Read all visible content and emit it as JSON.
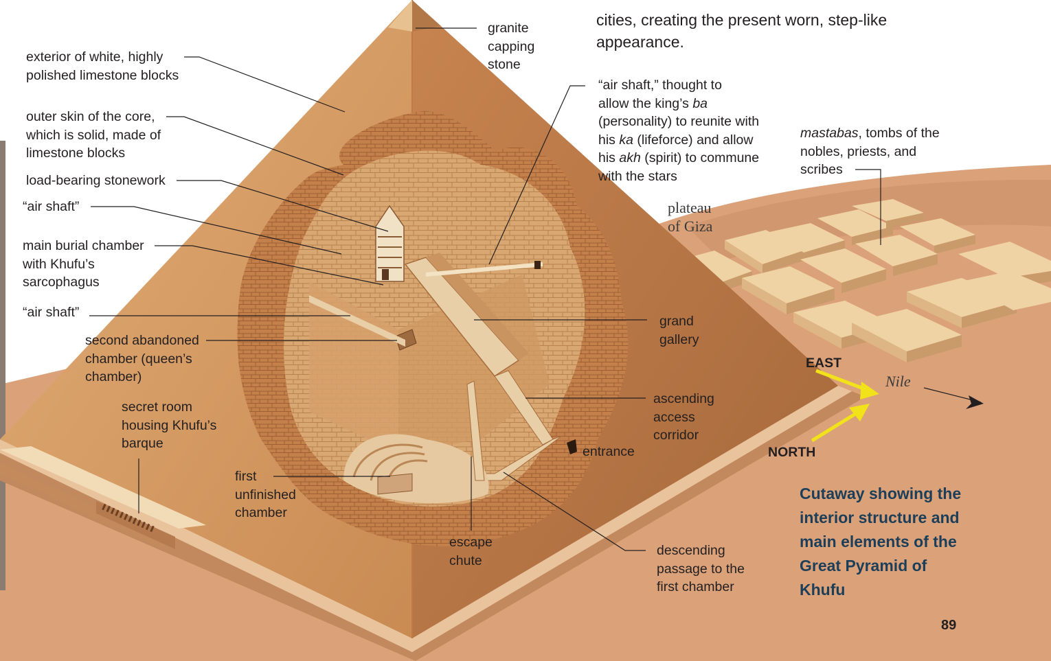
{
  "intro_lines": [
    "cities, creating the present worn, step-like",
    "appearance."
  ],
  "labels": {
    "granite_capping_stone": [
      "granite",
      "capping",
      "stone"
    ],
    "exterior": [
      "exterior of white, highly",
      "polished limestone blocks"
    ],
    "outer_skin": [
      "outer skin of the core,",
      "which is solid, made of",
      "limestone blocks"
    ],
    "load_bearing": [
      "load-bearing stonework"
    ],
    "air_shaft_upper": [
      "“air shaft”"
    ],
    "main_burial": [
      "main burial chamber",
      "with Khufu’s",
      "sarcophagus"
    ],
    "air_shaft_lower": [
      "“air shaft”"
    ],
    "second_chamber": [
      "second abandoned",
      "chamber (queen’s",
      "chamber)"
    ],
    "secret_room": [
      "secret room",
      "housing Khufu’s",
      "barque"
    ],
    "first_chamber": [
      "first",
      "unfinished",
      "chamber"
    ],
    "escape_chute": [
      "escape",
      "chute"
    ],
    "descending_passage": [
      "descending",
      "passage to the",
      "first chamber"
    ],
    "entrance": [
      "entrance"
    ],
    "ascending_corridor": [
      "ascending",
      "access",
      "corridor"
    ],
    "grand_gallery": [
      "grand",
      "gallery"
    ],
    "air_shaft_ba": {
      "l1": "“air shaft,” thought to",
      "l2": "allow the king’s ",
      "l2_italic": "ba",
      "l3": "(personality) to reunite with",
      "l4_a": "his ",
      "l4_italic": "ka",
      "l4_b": " (lifeforce) and allow",
      "l5_a": "his ",
      "l5_italic": "akh",
      "l5_b": " (spirit) to commune",
      "l6": "with the stars"
    },
    "mastabas": {
      "italic": "mastabas",
      "rest": ", tombs of the",
      "l2": "nobles, priests, and",
      "l3": "scribes"
    },
    "plateau": [
      "plateau",
      "of Giza"
    ],
    "east": "EAST",
    "north": "NORTH",
    "nile": "Nile"
  },
  "caption_lines": [
    "Cutaway showing the",
    "interior structure and",
    "main elements of the",
    "Great Pyramid of",
    "Khufu"
  ],
  "page_number": "89",
  "colors": {
    "pyramid_light": "#d9a068",
    "pyramid_dark": "#b0703d",
    "core": "#d49a62",
    "ground": "#dca27a",
    "caption": "#1d3e58",
    "arrow": "#f2e21a"
  }
}
